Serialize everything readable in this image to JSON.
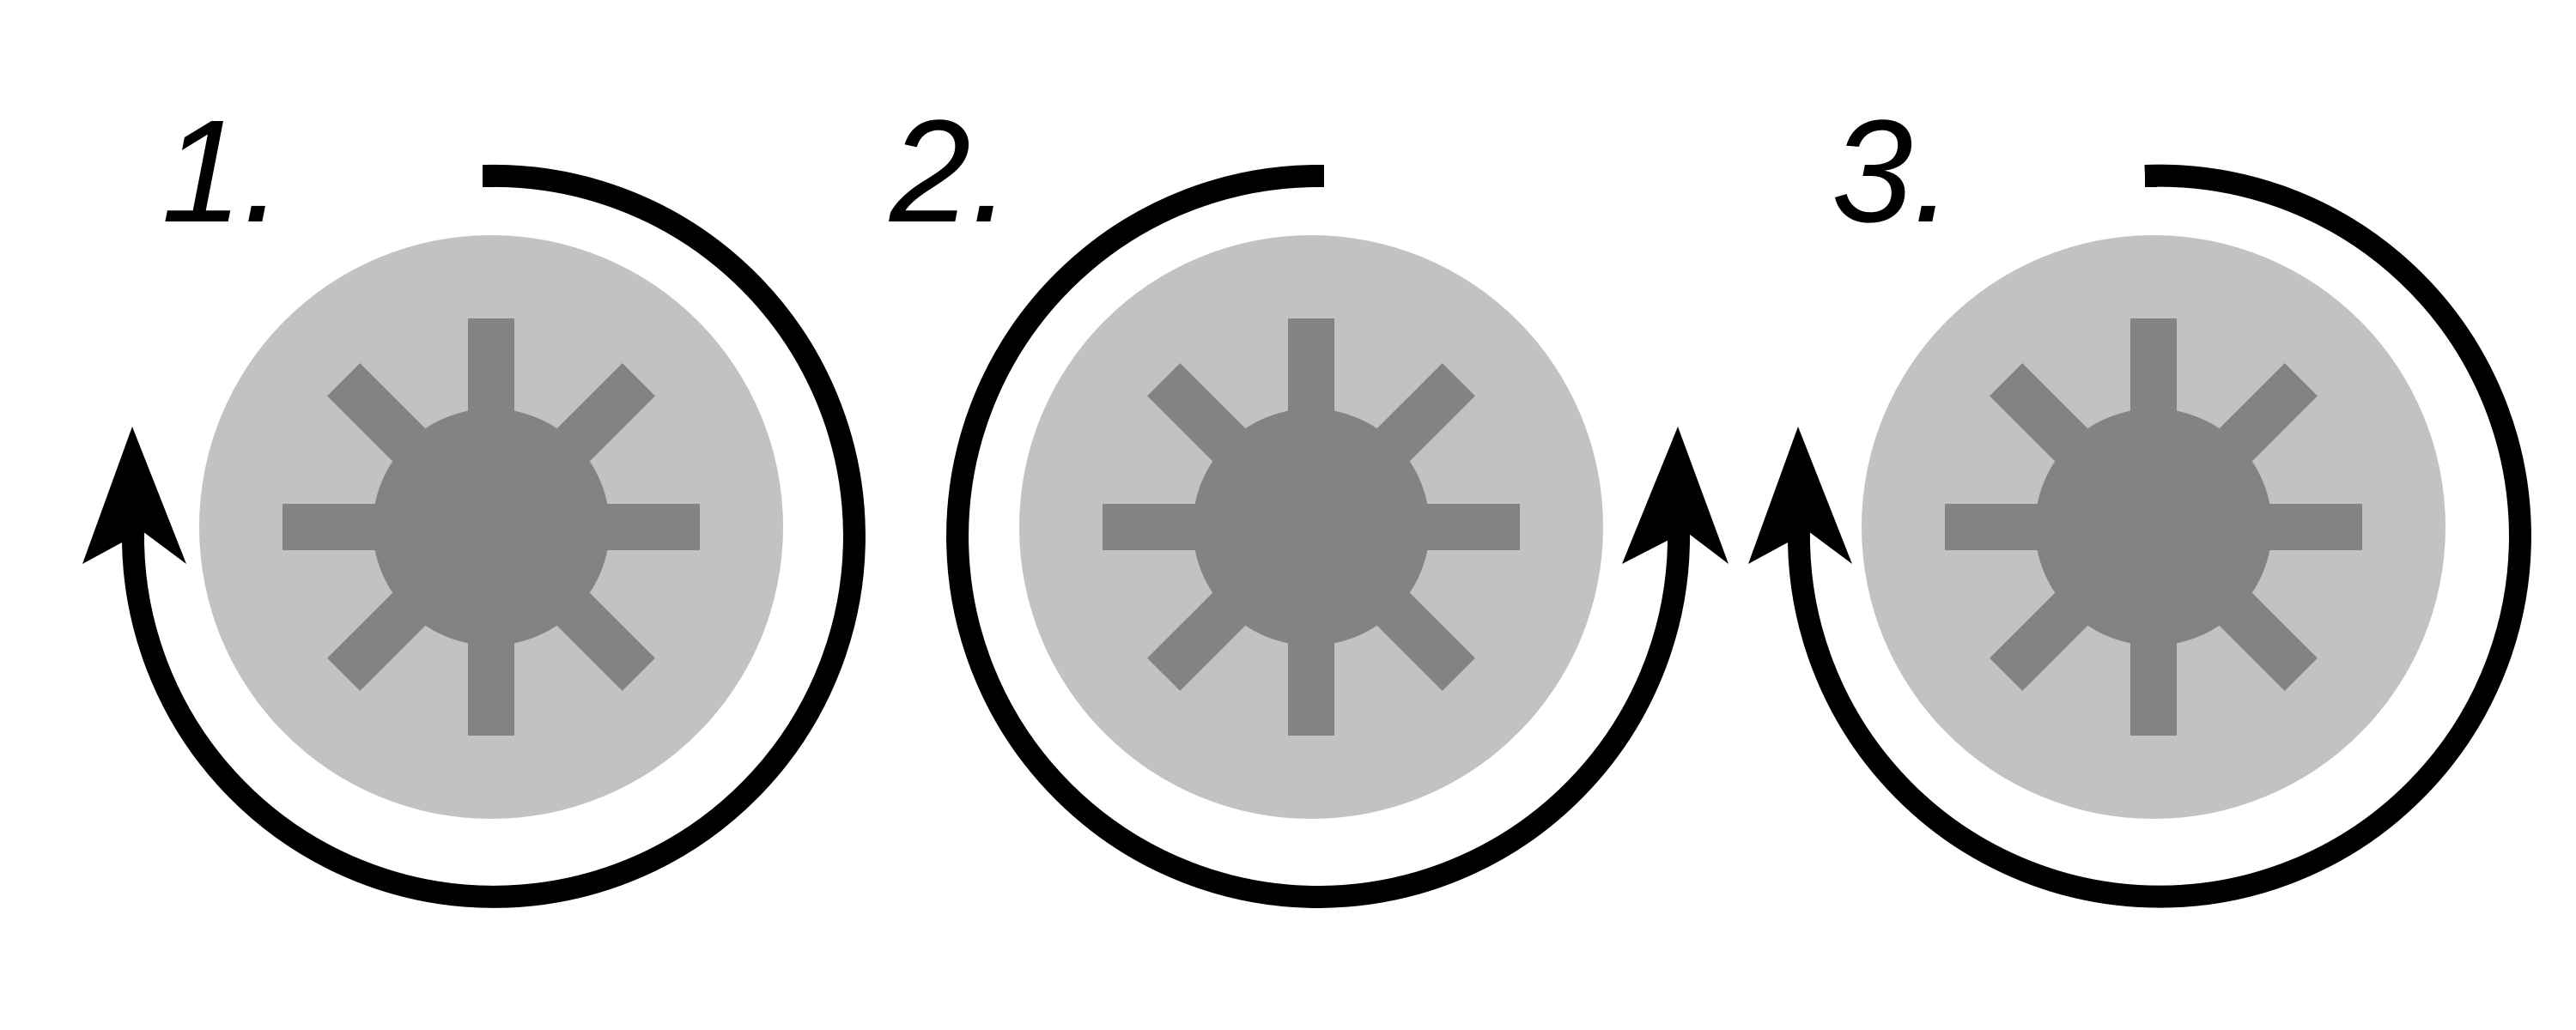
{
  "colors": {
    "background": "#ffffff",
    "disc": "#c2c2c2",
    "hub": "#838383",
    "arrow": "#000000"
  },
  "steps": [
    {
      "label": "1.",
      "rotation": "clockwise",
      "icon": "circular-arrow-clockwise-icon"
    },
    {
      "label": "2.",
      "rotation": "counterclockwise",
      "icon": "circular-arrow-counterclockwise-icon"
    },
    {
      "label": "3.",
      "rotation": "clockwise",
      "icon": "circular-arrow-clockwise-icon"
    }
  ]
}
